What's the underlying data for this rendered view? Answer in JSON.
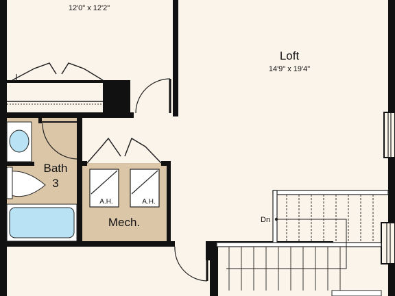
{
  "rooms": {
    "bedroom": {
      "dimensions": "12'0\" x 12'2\""
    },
    "loft": {
      "name": "Loft",
      "dimensions": "14'9\" x 19'4\""
    },
    "bath": {
      "name_line1": "Bath",
      "name_line2": "3"
    },
    "mech": {
      "name": "Mech.",
      "unit_left": "A.H.",
      "unit_right": "A.H."
    }
  },
  "stair": {
    "label": "Dn"
  },
  "colors": {
    "floor": "#fbf4ea",
    "tan_room": "#dcc6a8",
    "fixture_blue": "#b9e2f5",
    "wall": "#111111"
  }
}
